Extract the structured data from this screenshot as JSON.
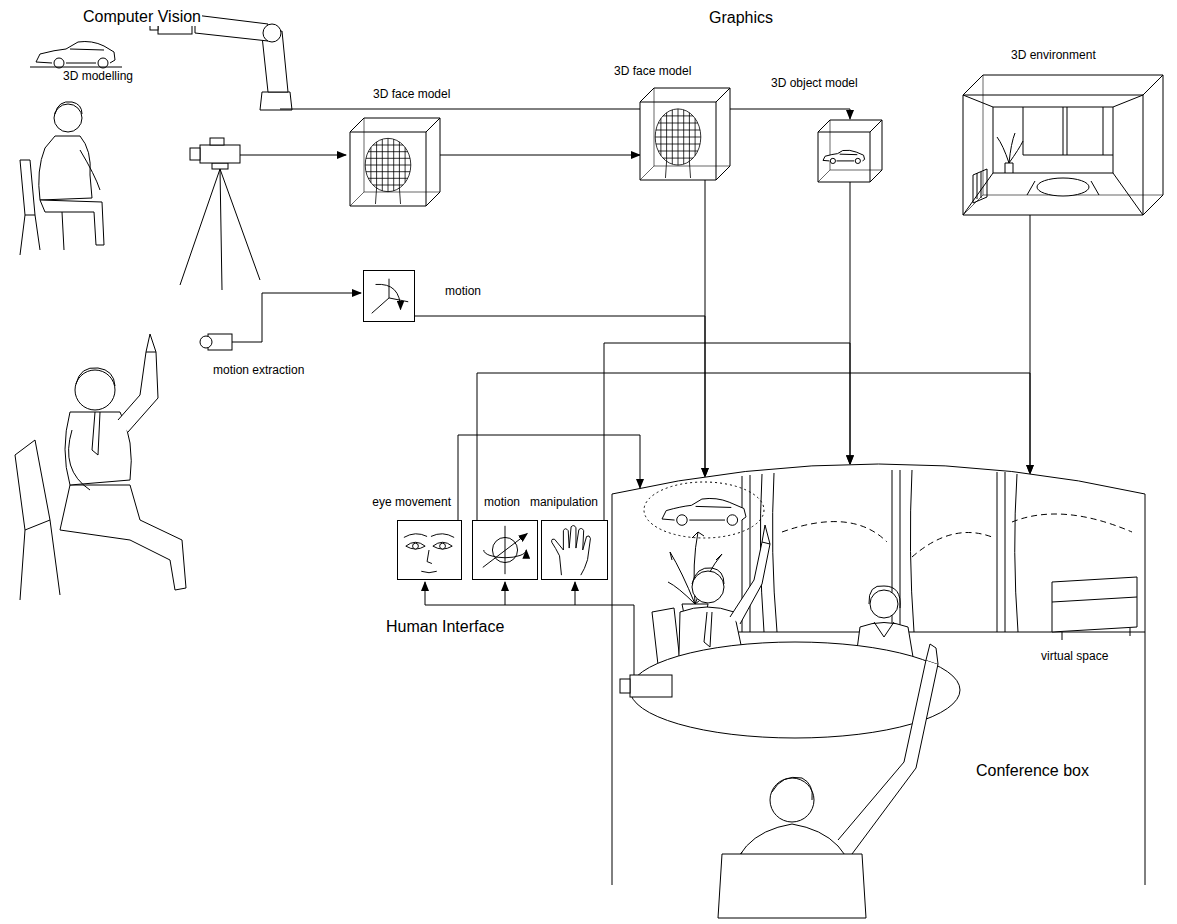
{
  "diagram": {
    "nodes": [
      {
        "text": [
          "3D face model"
        ]
      },
      {
        "text": [
          "3D face model"
        ]
      },
      {
        "text": [
          "3D object model"
        ]
      },
      {
        "text": [
          "3D environment"
        ]
      },
      {
        "text": [
          "motion"
        ]
      },
      {
        "text": [
          "eye movement"
        ]
      },
      {
        "text": [
          "motion"
        ]
      },
      {
        "text": [
          "manipulation"
        ]
      },
      {
        "text": [
          "virtual space",
          "Conference box"
        ]
      }
    ],
    "edges": [
      {
        "from": 0,
        "to": 1,
        "arrow": "to"
      },
      {
        "from": 1,
        "to": 8,
        "arrow": "to"
      },
      {
        "from": 2,
        "to": 8,
        "arrow": "to"
      },
      {
        "from": 3,
        "to": 8,
        "arrow": "to"
      },
      {
        "from": 4,
        "to": 8,
        "arrow": "to"
      },
      {
        "from": 5,
        "to": 8,
        "arrow": "to"
      },
      {
        "from": 6,
        "to": 8,
        "arrow": "to"
      },
      {
        "from": 7,
        "to": 8,
        "arrow": "to"
      }
    ],
    "labels": [
      "Computer Vision",
      "Graphics",
      "3D modelling",
      "motion extraction",
      "Human Interface"
    ]
  }
}
